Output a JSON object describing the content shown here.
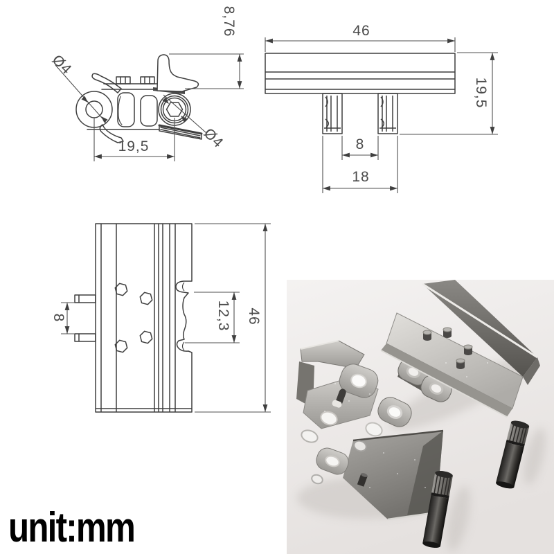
{
  "drawing": {
    "line_color": "#3e3e3e",
    "dim_color": "#4f4f4f",
    "labels": {
      "side_dia_left": "Ø4",
      "side_dia_right": "Ø4",
      "side_pitch": "19,5",
      "side_horn": "8,76",
      "front_width": "46",
      "front_height": "19,5",
      "front_gap": "8",
      "front_span": "18",
      "top_gap": "8",
      "top_clip": "12,3",
      "top_length": "46"
    }
  },
  "footer": {
    "unit_label": "unit:mm"
  },
  "photo": {
    "background": "#ece9e7",
    "metal_light": "#d8d6d2",
    "metal_mid": "#9c9a96",
    "metal_dark": "#5e5c58",
    "pin_color": "#2b2a28"
  }
}
